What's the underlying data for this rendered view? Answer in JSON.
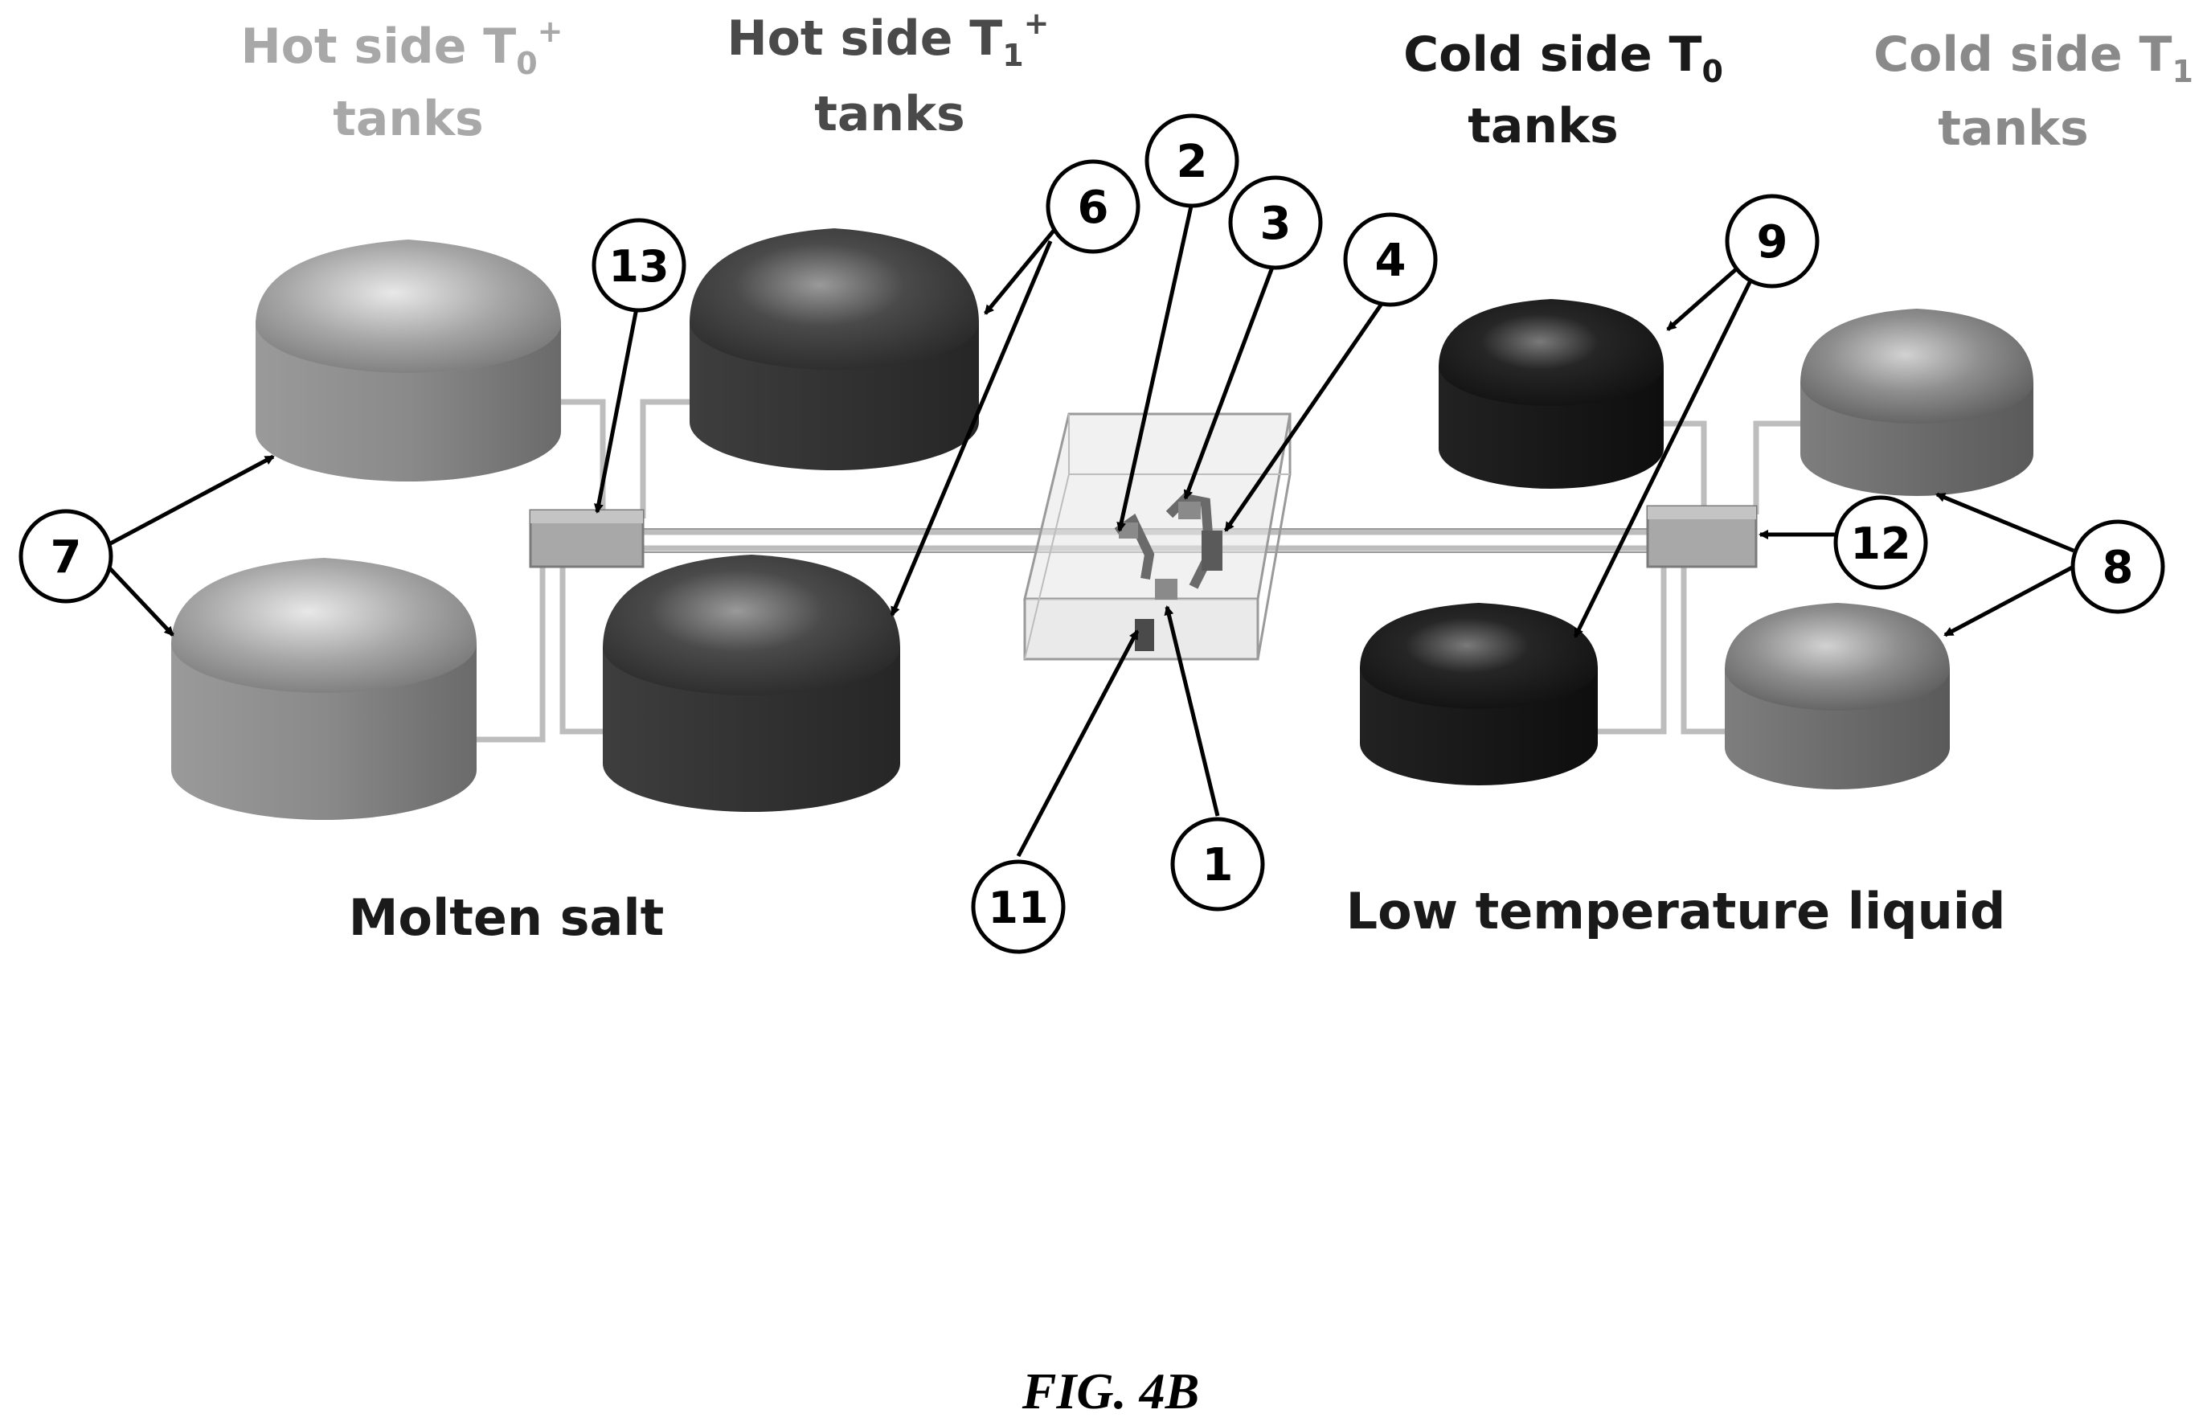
{
  "colors": {
    "light_tank": "#8c8c8c",
    "dark_tank": "#3a3a3a",
    "darkest_tank": "#1c1c1c",
    "pipe": "#bdbdbd",
    "gray_text": "#a8a8a8",
    "dark_gray_text": "#4a4a4a",
    "black_text": "#1a1a1a"
  },
  "headers": {
    "hot_t0": {
      "line1": "Hot side T",
      "sub": "0",
      "sup": "+",
      "line2": "tanks"
    },
    "hot_t1": {
      "line1": "Hot side T",
      "sub": "1",
      "sup": "+",
      "line2": "tanks"
    },
    "cold_t0": {
      "line1": "Cold side T",
      "sub": "0",
      "line2": "tanks"
    },
    "cold_t1": {
      "line1": "Cold side T",
      "sub": "1",
      "line2": "tanks"
    }
  },
  "labels": {
    "molten_salt": "Molten salt",
    "low_temp_liquid": "Low temperature liquid"
  },
  "callouts": {
    "c1": "1",
    "c2": "2",
    "c3": "3",
    "c4": "4",
    "c6": "6",
    "c7": "7",
    "c8": "8",
    "c9": "9",
    "c11": "11",
    "c12": "12",
    "c13": "13"
  },
  "caption": "FIG. 4B"
}
